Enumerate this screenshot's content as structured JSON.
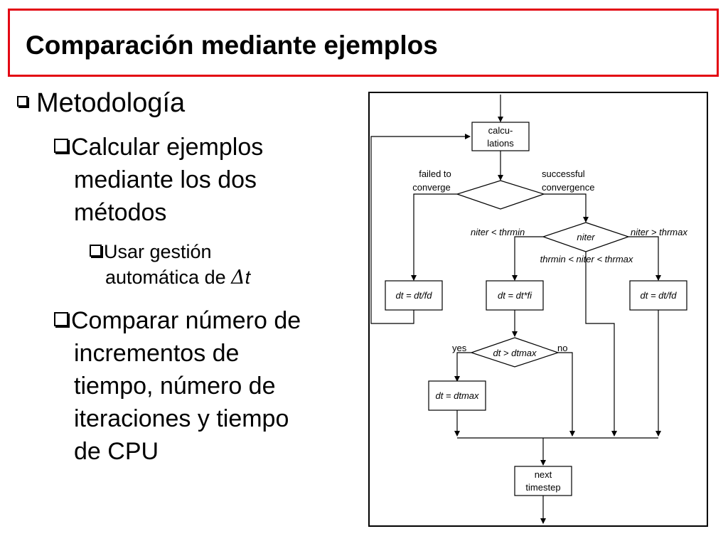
{
  "slide": {
    "title": "Comparación mediante ejemplos",
    "bullets": {
      "level1": "Metodología",
      "item1": [
        "Calcular ejemplos",
        "mediante los dos",
        "métodos"
      ],
      "sub1": [
        "Usar gestión",
        "automática de "
      ],
      "sub1_symbol": "Δ",
      "sub1_var": "t",
      "item2": [
        "Comparar número de",
        "incrementos de",
        "tiempo, número de",
        "iteraciones y tiempo",
        "de CPU"
      ]
    },
    "accent_color": "#e30613"
  },
  "flowchart": {
    "calculations": [
      "calcu-",
      "lations"
    ],
    "failed": [
      "failed to",
      "converge"
    ],
    "successful": [
      "successful",
      "convergence"
    ],
    "niter": "niter",
    "niter_low": "niter < thrmin",
    "niter_high": "niter > thrmax",
    "niter_mid": "thrmin < niter < thrmax",
    "dt_fd_left": "dt = dt/fd",
    "dt_fi": "dt = dt*fi",
    "dt_fd_right": "dt = dt/fd",
    "dt_check": "dt > dtmax",
    "yes": "yes",
    "no": "no",
    "dt_max": "dt = dtmax",
    "next": [
      "next",
      "timestep"
    ]
  }
}
